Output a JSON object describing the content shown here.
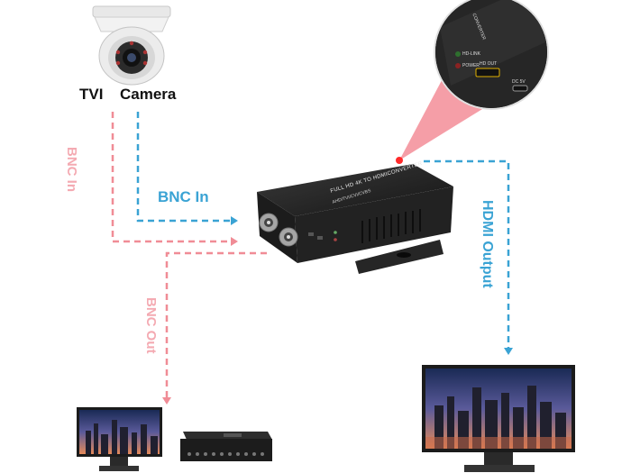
{
  "labels": {
    "tvi": "TVI",
    "camera": "Camera",
    "bnc_in_horizontal": "BNC In",
    "bnc_in_vertical": "BNC In",
    "bnc_out": "BNC Out",
    "hdmi_output": "HDMI Output"
  },
  "device": {
    "title": "FULL HD 4K TO HDMICONVERTER",
    "subtitle": "AHD/TVI/CVI/CVBS",
    "zoom_label_converter": "CONVERTER",
    "zoom_label_hdmi_out": "HD OUT",
    "zoom_label_dc": "DC 5V",
    "zoom_label_link": "HD-LINK",
    "zoom_label_power": "POWER"
  },
  "colors": {
    "pink_arrow": "#f08c96",
    "blue_arrow": "#3aa3d4",
    "pink_label": "#f4aab2",
    "blue_label": "#3aa3d4"
  },
  "icons": [
    "dome-camera-icon",
    "converter-box-icon",
    "monitor-icon",
    "dvr-icon",
    "zoom-callout-icon"
  ]
}
